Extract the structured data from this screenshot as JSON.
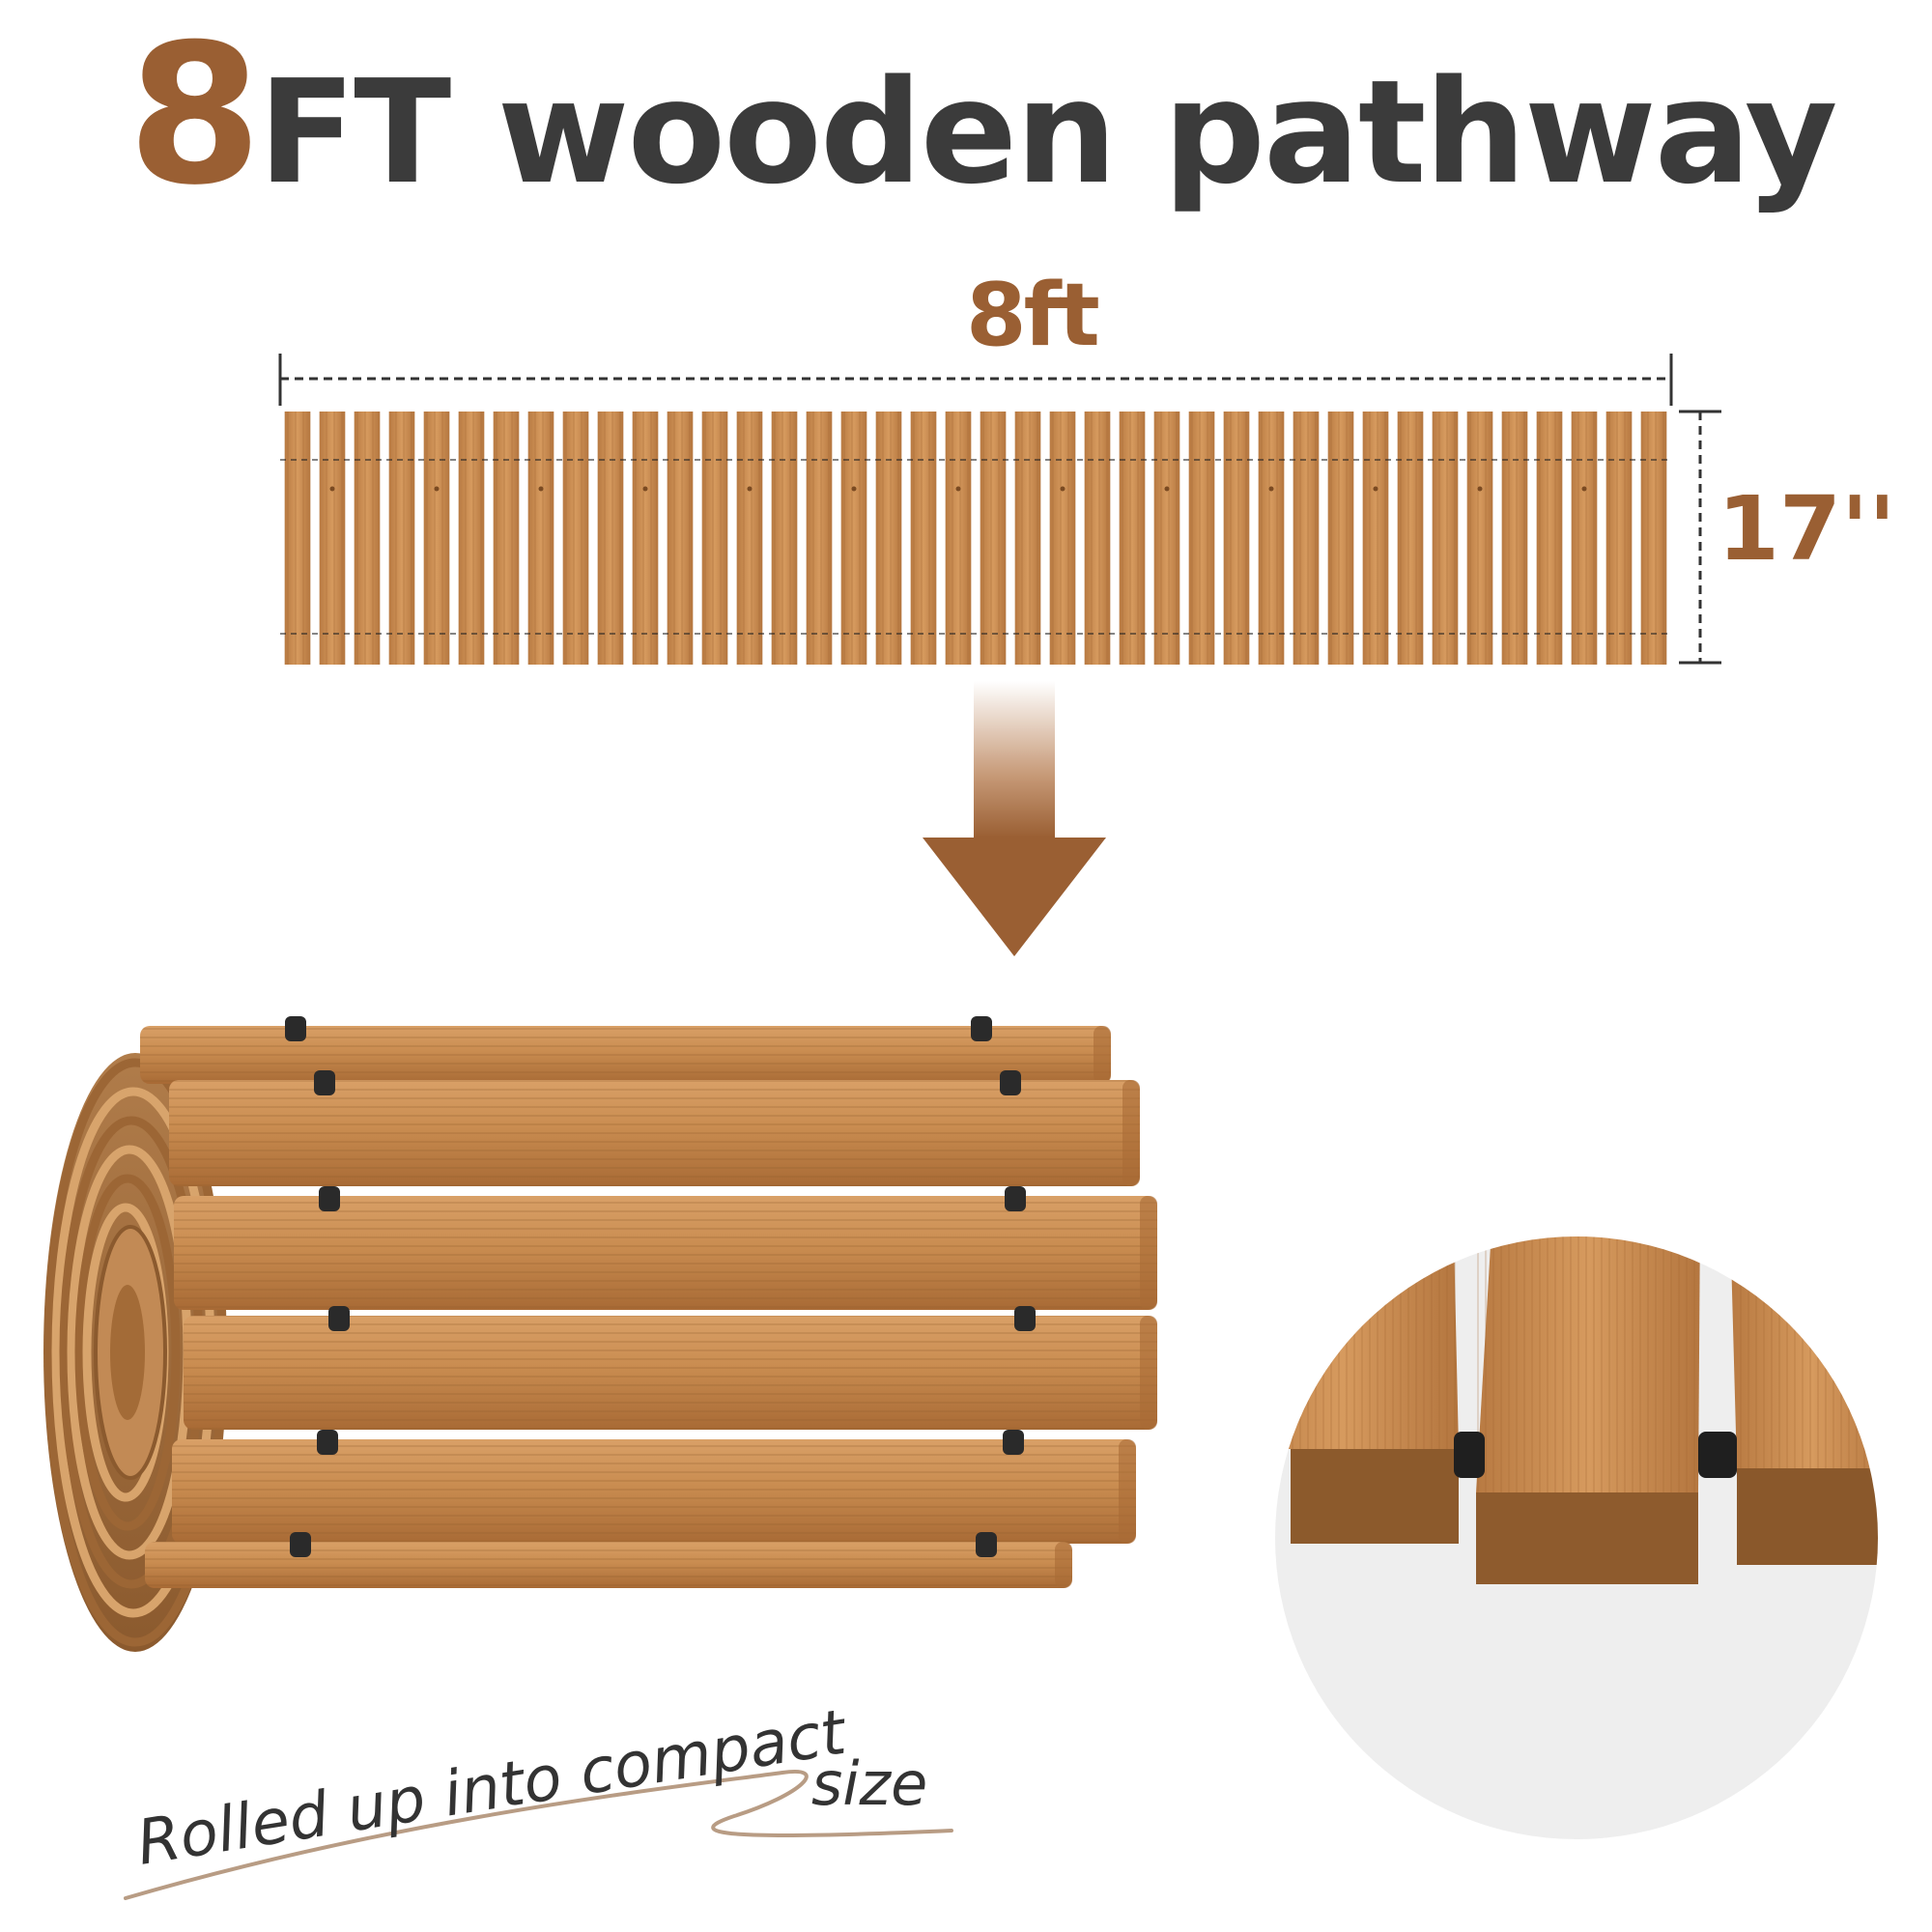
{
  "headline": {
    "number": "8",
    "text": "FT wooden pathway"
  },
  "dimensions": {
    "length": "8ft",
    "width": "17''"
  },
  "caption": {
    "main": "Rolled up into compact",
    "tail": "size"
  },
  "colors": {
    "accent": "#9a5f33",
    "heading": "#3b3b3b",
    "wood": "#c68a4e"
  },
  "icons": [
    "arrow-down-icon",
    "dimension-line-icon"
  ]
}
